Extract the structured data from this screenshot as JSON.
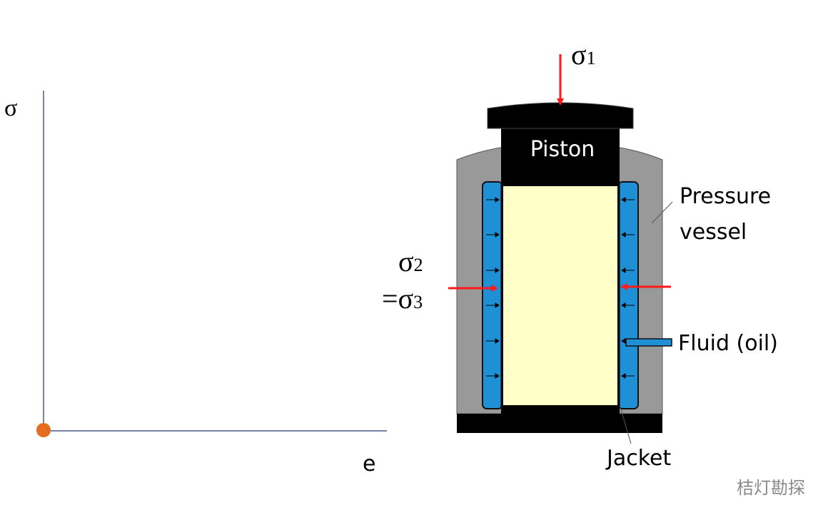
{
  "plot": {
    "y_axis_label": "σ",
    "x_axis_label": "e",
    "origin_point_color": "#e36c1e",
    "axis_color": "#4a5a8a"
  },
  "diagram": {
    "sigma1": {
      "symbol": "σ",
      "subscript": "1"
    },
    "sigma2": {
      "symbol": "σ",
      "subscript": "2"
    },
    "sigma3": {
      "prefix": "=",
      "symbol": "σ",
      "subscript": "3"
    },
    "piston_label": "Piston",
    "pressure_vessel_label_line1": "Pressure",
    "pressure_vessel_label_line2": "vessel",
    "fluid_label": "Fluid (oil)",
    "jacket_label": "Jacket",
    "colors": {
      "vessel": "#999999",
      "piston": "#000000",
      "fluid": "#1f8fd6",
      "sample": "#ffffc8",
      "stress_arrow": "#ff1a1a"
    }
  },
  "watermark": "桔灯勘探"
}
